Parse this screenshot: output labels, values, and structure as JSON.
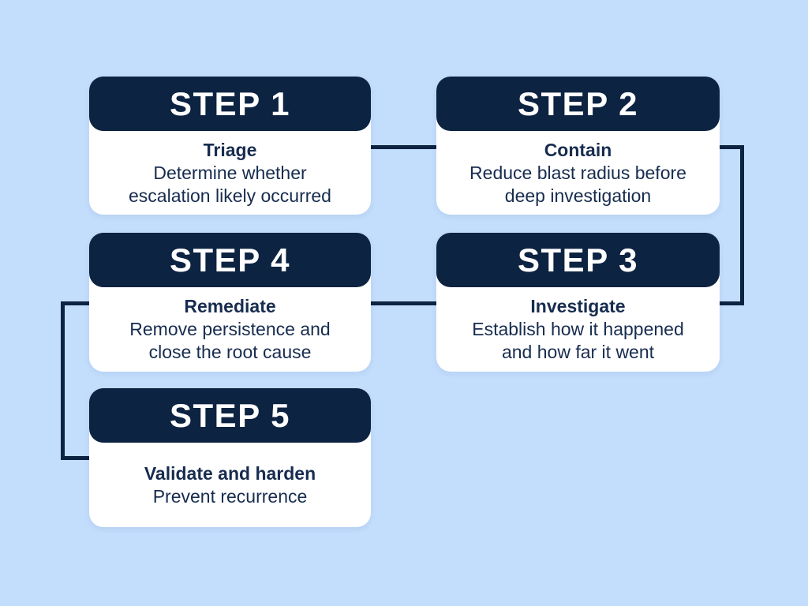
{
  "colors": {
    "bg": "#c3ddfd",
    "navy": "#0d2342",
    "card": "#ffffff",
    "text": "#172c4f"
  },
  "steps": [
    {
      "label": "STEP 1",
      "title": "Triage",
      "desc_line1": "Determine whether",
      "desc_line2": "escalation likely occurred"
    },
    {
      "label": "STEP 2",
      "title": "Contain",
      "desc_line1": "Reduce blast radius before",
      "desc_line2": "deep investigation"
    },
    {
      "label": "STEP 3",
      "title": "Investigate",
      "desc_line1": "Establish how it happened",
      "desc_line2": "and how far it went"
    },
    {
      "label": "STEP 4",
      "title": "Remediate",
      "desc_line1": "Remove persistence and",
      "desc_line2": "close the root cause"
    },
    {
      "label": "STEP 5",
      "title": "Validate and harden",
      "desc_line1": "Prevent recurrence",
      "desc_line2": ""
    }
  ]
}
